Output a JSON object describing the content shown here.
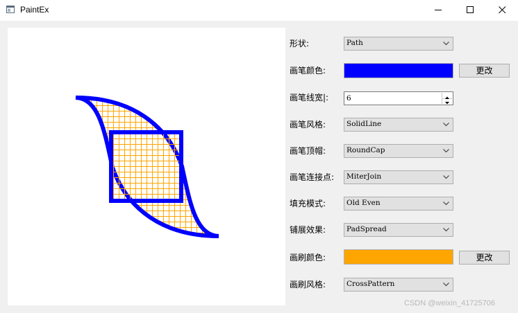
{
  "window": {
    "title": "PaintEx"
  },
  "controls": {
    "shape": {
      "label": "形状:",
      "value": "Path"
    },
    "pen_color": {
      "label": "画笔颜色:",
      "color": "#0000ff",
      "button": "更改"
    },
    "pen_width": {
      "label": "画笔线宽|:",
      "value": "6"
    },
    "pen_style": {
      "label": "画笔风格:",
      "value": "SolidLine"
    },
    "pen_cap": {
      "label": "画笔顶帽:",
      "value": "RoundCap"
    },
    "pen_join": {
      "label": "画笔连接点:",
      "value": "MiterJoin"
    },
    "fill_mode": {
      "label": "填充模式:",
      "value": "Old Even"
    },
    "spread": {
      "label": "铺展效果:",
      "value": "PadSpread"
    },
    "brush_color": {
      "label": "画刷颜色:",
      "color": "#ffa500",
      "button": "更改"
    },
    "brush_style": {
      "label": "画刷风格:",
      "value": "CrossPattern"
    }
  },
  "canvas": {
    "pen_color": "#0000ff",
    "brush_color": "#ffa500"
  },
  "watermark": "CSDN @weixin_41725706"
}
